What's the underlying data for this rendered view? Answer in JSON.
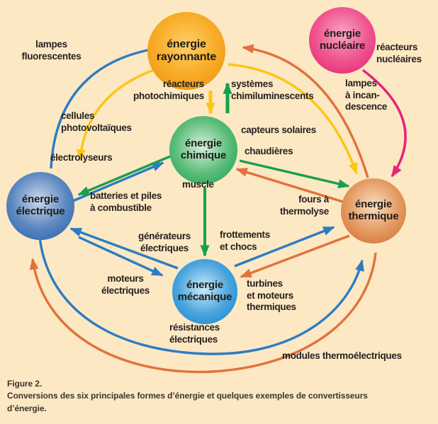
{
  "figure": {
    "caption": "Figure 2.\nConversions des six principales formes d’énergie et quelques exemples de convertisseurs\nd’énergie."
  },
  "colors": {
    "background": "#fce8c3",
    "blue": "#2b7cc4",
    "green": "#17a04c",
    "yellow": "#fbc614",
    "orange": "#e2713b",
    "pink": "#e8237a",
    "node_rayonnante": "#f29111",
    "node_nucleaire": "#e31d6e",
    "node_chimique": "#0f9d4b",
    "node_electrique": "#1c5cab",
    "node_thermique": "#cf692a",
    "node_mecanique": "#0a7fd0"
  },
  "nodes": {
    "rayonnante": {
      "label": "énergie\nrayonnante"
    },
    "nucleaire": {
      "label": "énergie\nnucléaire"
    },
    "chimique": {
      "label": "énergie\nchimique"
    },
    "electrique": {
      "label": "énergie\nélectrique"
    },
    "thermique": {
      "label": "énergie\nthermique"
    },
    "mecanique": {
      "label": "énergie\nmécanique"
    }
  },
  "labels": {
    "lampes_fluorescentes": "lampes\nfluorescentes",
    "reacteurs_photochimiques": "réacteurs\nphotochimiques",
    "systemes_chimiluminescents": "systèmes\nchimiluminescents",
    "cellules_photovoltaiques": "cellules\nphotovoltaïques",
    "electrolyseurs": "électrolyseurs",
    "capteurs_solaires": "capteurs solaires",
    "chaudieres": "chaudières",
    "reacteurs_nucleaires": "réacteurs\nnucléaires",
    "lampes_incandescence": "lampes\nà incan-\ndescence",
    "muscle": "muscle",
    "batteries_piles": "batteries et piles\nà combustible",
    "fours_thermolyse": "fours à\nthermolyse",
    "generateurs_electriques": "générateurs\nélectriques",
    "frottements_chocs": "frottements\net chocs",
    "moteurs_electriques": "moteurs\nélectriques",
    "turbines_moteurs": "turbines\net moteurs\nthermiques",
    "resistances_electriques": "résistances\nélectriques",
    "modules_thermoelectriques": "modules thermoélectriques"
  }
}
